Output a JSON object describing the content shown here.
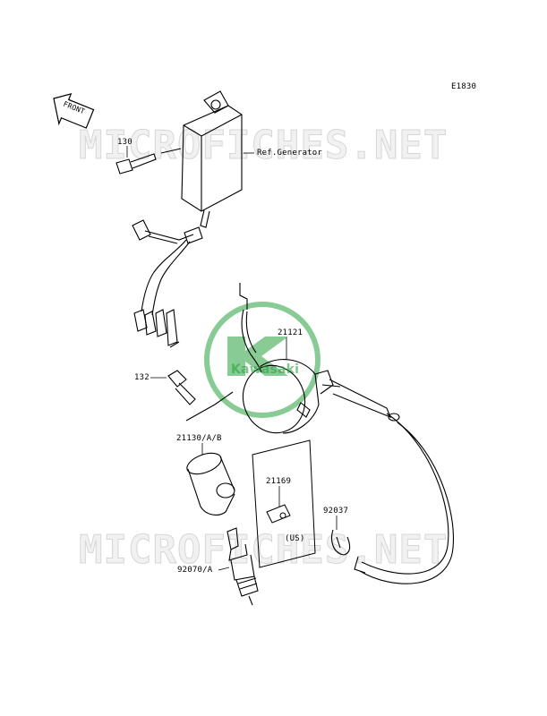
{
  "diagram": {
    "code": "E1830",
    "front_label": "FRONT",
    "watermark_text": "MICROFICHES.NET",
    "logo_text": "Kawasaki",
    "logo_color": "#1f9a3c",
    "labels": {
      "p130": "130",
      "ref_generator": "Ref.Generator",
      "p21121": "21121",
      "p132": "132",
      "p21130": "21130/A/B",
      "p21169": "21169",
      "us": "(US)",
      "p92037": "92037",
      "p92070": "92070/A"
    }
  }
}
